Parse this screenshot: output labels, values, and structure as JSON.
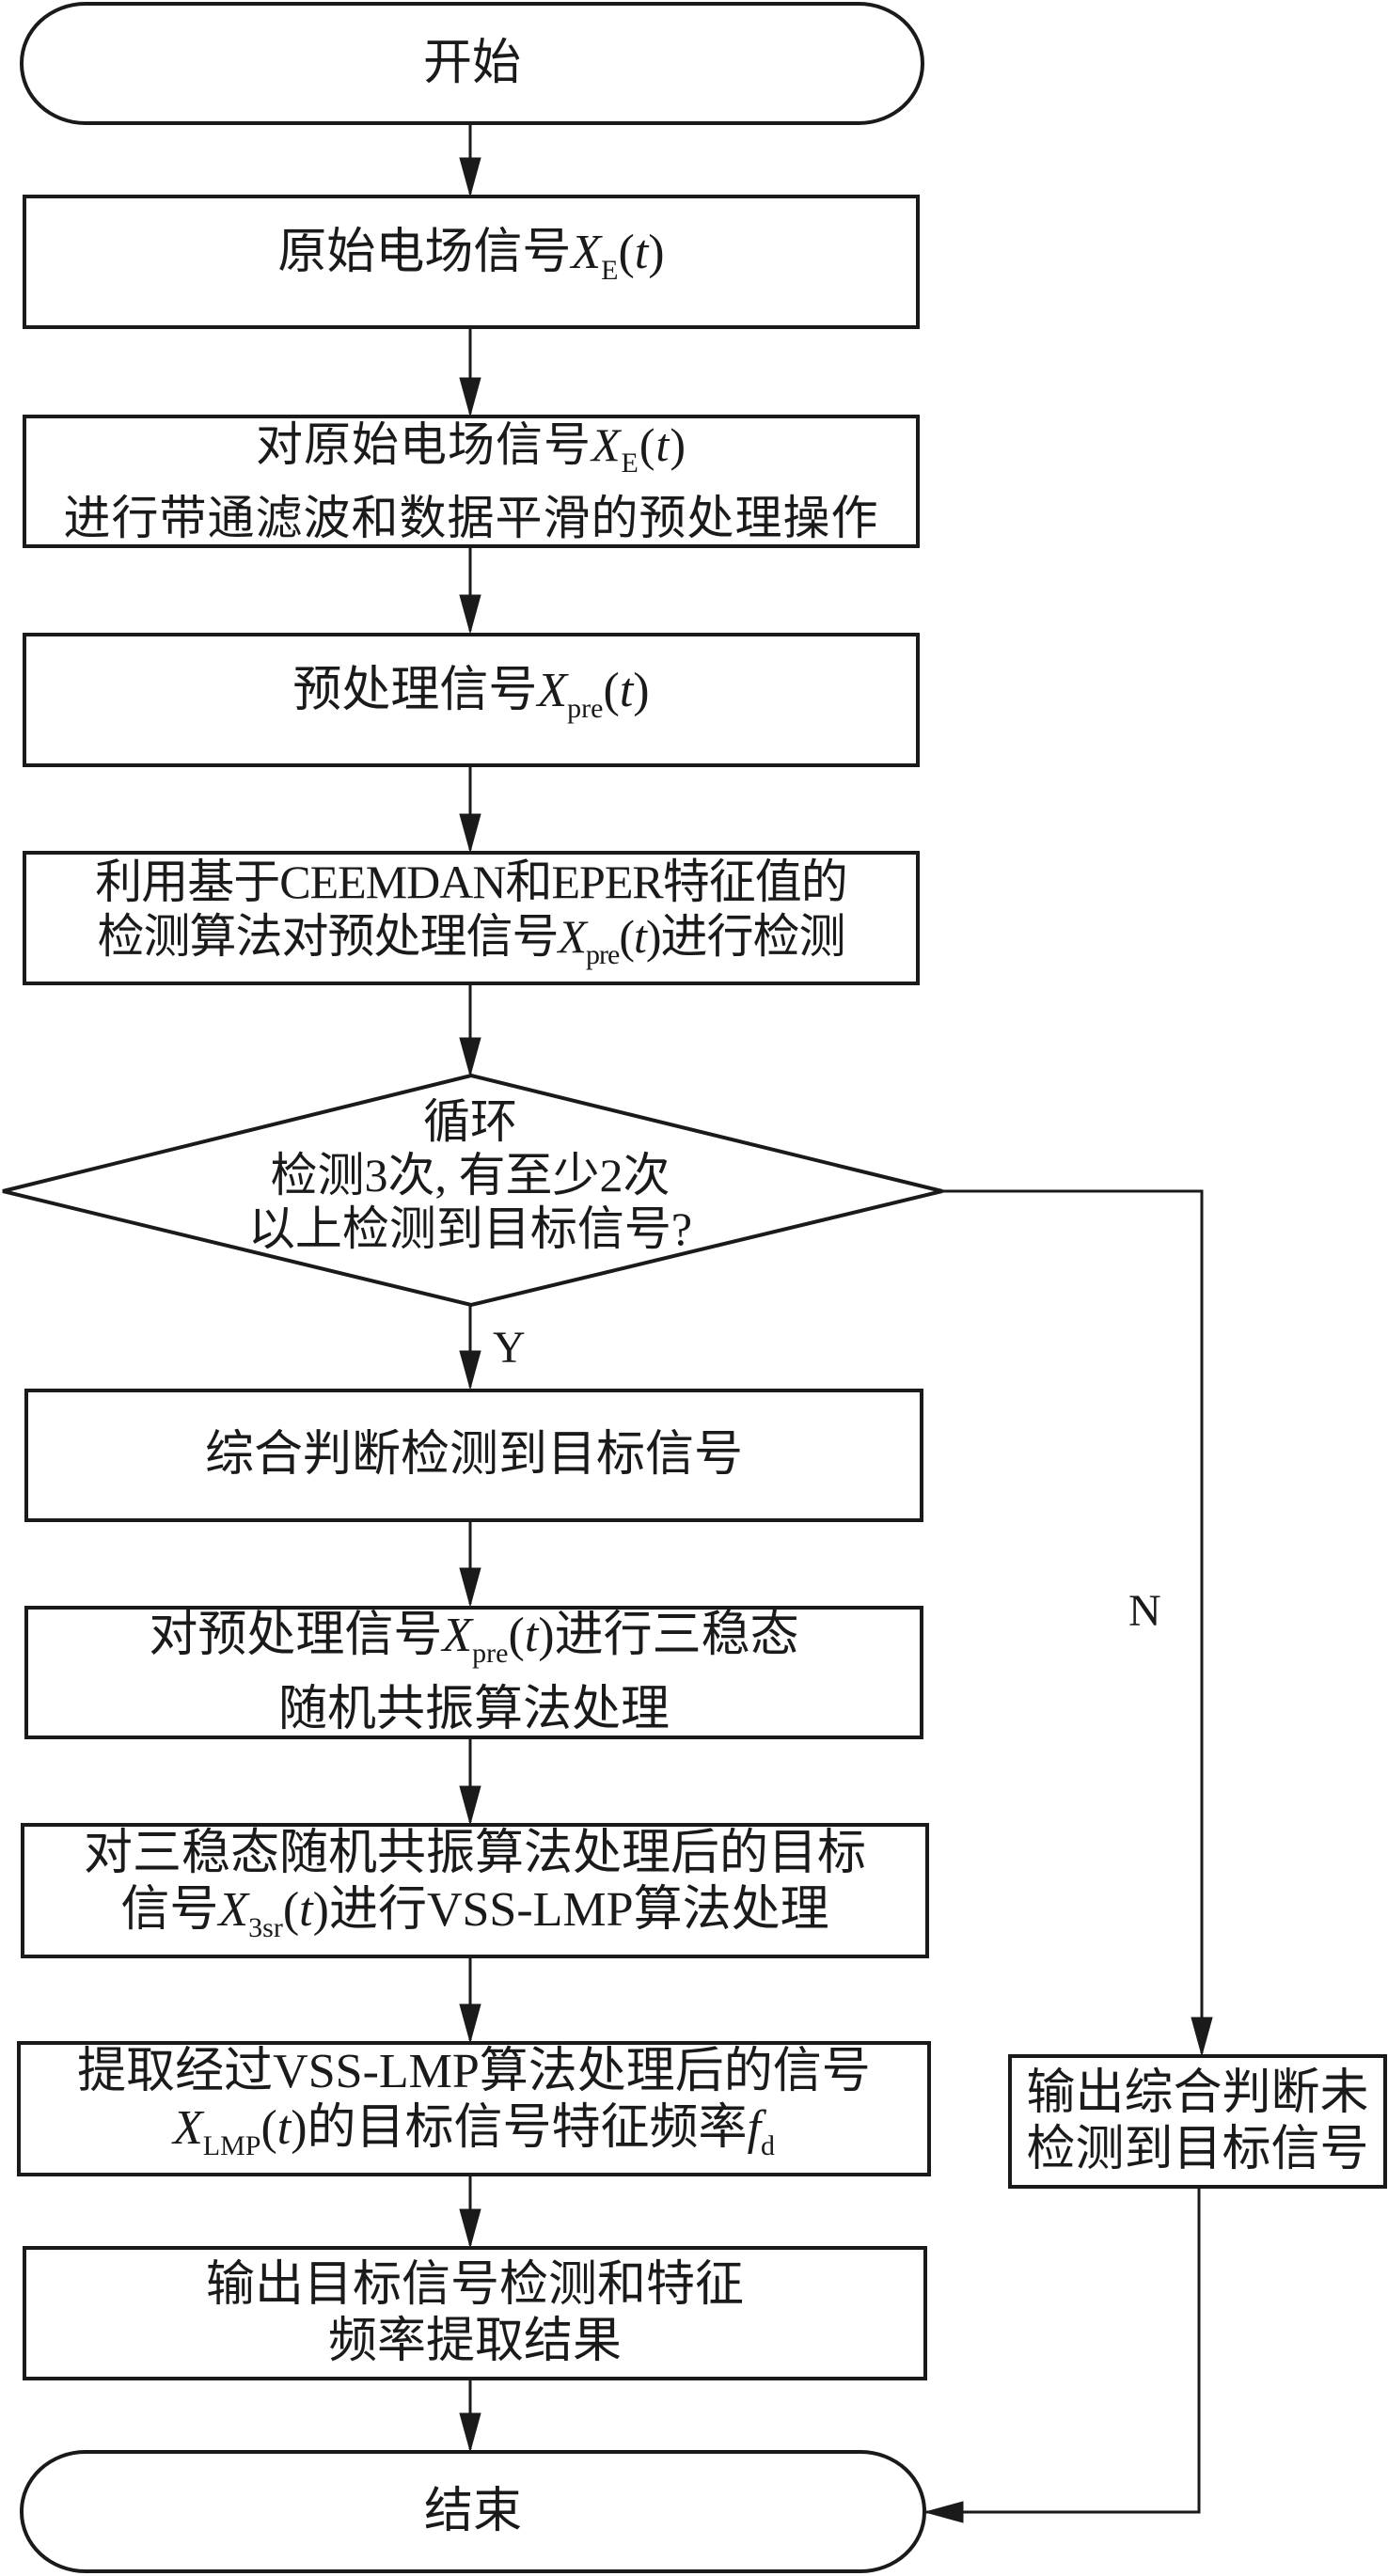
{
  "diagram": {
    "type": "flowchart",
    "start": {
      "label": "开始"
    },
    "steps": [
      {
        "id": "s1",
        "lines": [
          {
            "pre": "原始电场信号",
            "var": "X",
            "sub": "E",
            "post": "(t)",
            "tail": ""
          }
        ]
      },
      {
        "id": "s2",
        "lines": [
          {
            "pre": "对原始电场信号",
            "var": "X",
            "sub": "E",
            "post": "(t)",
            "tail": ""
          },
          {
            "text": "进行带通滤波和数据平滑的预处理操作"
          }
        ]
      },
      {
        "id": "s3",
        "lines": [
          {
            "pre": "预处理信号",
            "var": "X",
            "sub": "pre",
            "post": "(t)",
            "tail": ""
          }
        ]
      },
      {
        "id": "s4",
        "lines": [
          {
            "text": "利用基于CEEMDAN和EPER特征值的"
          },
          {
            "pre": "检测算法对预处理信号",
            "var": "X",
            "sub": "pre",
            "post": "(t)",
            "tail": "进行检测"
          }
        ]
      }
    ],
    "decision": {
      "lines": [
        "循环",
        "检测3次, 有至少2次",
        "以上检测到目标信号?"
      ],
      "yes_label": "Y",
      "no_label": "N"
    },
    "yes_branch": [
      {
        "id": "y1",
        "lines": [
          {
            "text": "综合判断检测到目标信号"
          }
        ]
      },
      {
        "id": "y2",
        "lines": [
          {
            "pre": "对预处理信号",
            "var": "X",
            "sub": "pre",
            "post": "(t)",
            "tail": "进行三稳态"
          },
          {
            "text": "随机共振算法处理"
          }
        ]
      },
      {
        "id": "y3",
        "lines": [
          {
            "text": "对三稳态随机共振算法处理后的目标"
          },
          {
            "pre": "信号",
            "var": "X",
            "sub": "3sr",
            "post": "(t)",
            "tail": "进行VSS-LMP算法处理"
          }
        ]
      },
      {
        "id": "y4",
        "lines": [
          {
            "text": "提取经过VSS-LMP算法处理后的信号"
          },
          {
            "pre": "",
            "var": "X",
            "sub": "LMP",
            "post": "(t)",
            "tail": "的目标信号特征频率",
            "var2": "f",
            "sub2": "d"
          }
        ]
      },
      {
        "id": "y5",
        "lines": [
          {
            "text": "输出目标信号检测和特征"
          },
          {
            "text": "频率提取结果"
          }
        ]
      }
    ],
    "no_branch": {
      "lines": [
        "输出综合判断未",
        "检测到目标信号"
      ]
    },
    "end": {
      "label": "结束"
    }
  }
}
